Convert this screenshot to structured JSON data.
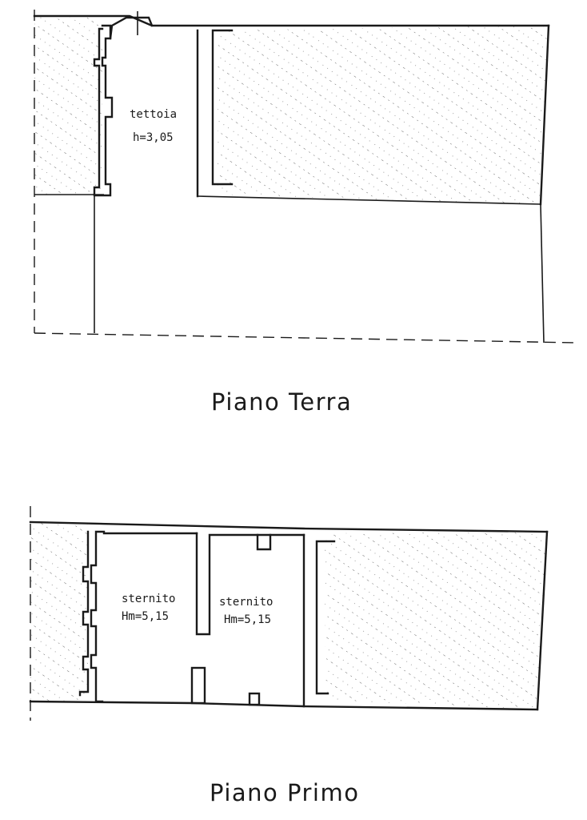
{
  "floors": [
    {
      "title": "Piano Terra",
      "rooms": [
        {
          "name": "tettoia",
          "height": "h=3,05"
        }
      ]
    },
    {
      "title": "Piano Primo",
      "rooms": [
        {
          "name": "sternito",
          "height": "Hm=5,15"
        },
        {
          "name": "sternito",
          "height": "Hm=5,15"
        }
      ]
    }
  ],
  "colors": {
    "line": "#1a1a1a",
    "hatch": "#555555",
    "background": "#ffffff"
  }
}
